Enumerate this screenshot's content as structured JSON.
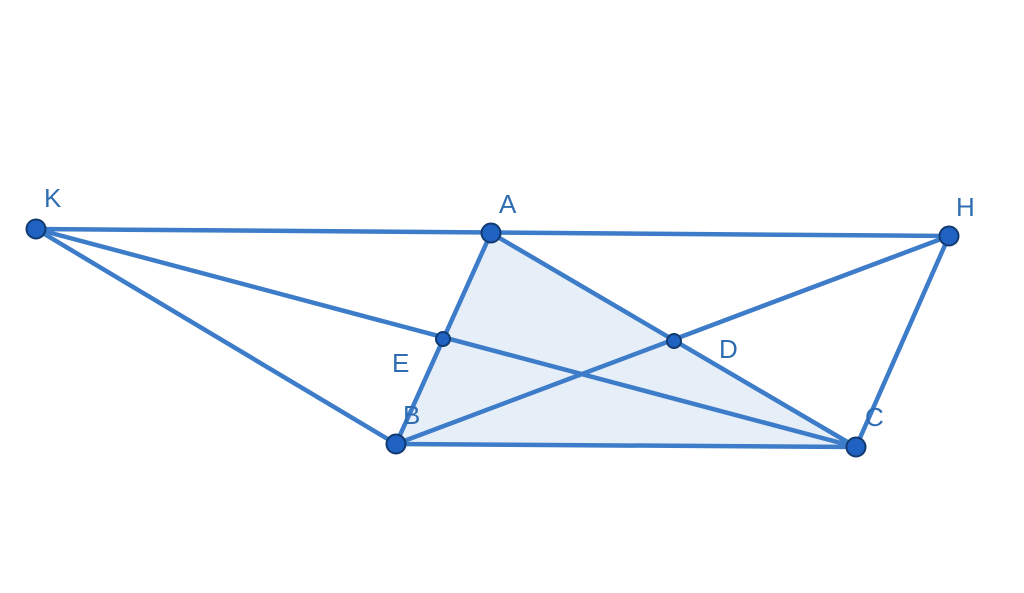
{
  "diagram": {
    "colors": {
      "line": "#3d7cc9",
      "fill": "#e6eef8",
      "point": "#1f62c2",
      "point_stroke": "#123a70",
      "label": "#2f6db3"
    },
    "points": {
      "K": {
        "label": "K"
      },
      "A": {
        "label": "A"
      },
      "H": {
        "label": "H"
      },
      "E": {
        "label": "E"
      },
      "D": {
        "label": "D"
      },
      "B": {
        "label": "B"
      },
      "C": {
        "label": "C"
      }
    },
    "shaded_polygon": [
      "A",
      "B",
      "C"
    ],
    "segments": [
      [
        "K",
        "H"
      ],
      [
        "K",
        "B"
      ],
      [
        "K",
        "C"
      ],
      [
        "A",
        "B"
      ],
      [
        "A",
        "C"
      ],
      [
        "B",
        "C"
      ],
      [
        "B",
        "H"
      ],
      [
        "H",
        "C"
      ]
    ]
  }
}
